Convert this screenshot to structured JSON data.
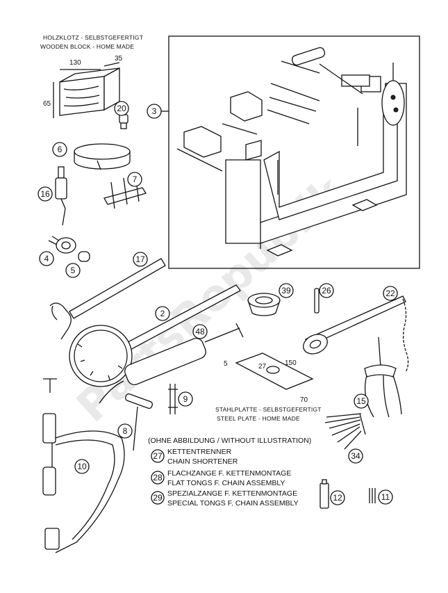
{
  "captions": {
    "wooden_block_de": "HOLZKLOTZ - SELBSTGEFERTIGT",
    "wooden_block_en": "WOODEN BLOCK - HOME MADE",
    "steel_plate_de": "STAHLPLATTE - SELBSTGEFERTIGT",
    "steel_plate_en": "STEEL PLATE - HOME MADE",
    "without_illustration": "(OHNE ABBILDUNG / WITHOUT ILLUSTRATION)"
  },
  "dimensions": {
    "block_w": "130",
    "block_d": "35",
    "block_h": "65",
    "plate_t": "5",
    "plate_hole": "27",
    "plate_w": "150",
    "plate_h": "70"
  },
  "callouts": {
    "c2": "2",
    "c3": "3",
    "c4": "4",
    "c5": "5",
    "c6": "6",
    "c7": "7",
    "c8": "8",
    "c9": "9",
    "c10": "10",
    "c11": "11",
    "c12": "12",
    "c15": "15",
    "c16": "16",
    "c17": "17",
    "c20": "20",
    "c22": "22",
    "c26": "26",
    "c27": "27",
    "c28": "28",
    "c29": "29",
    "c34": "34",
    "c39": "39",
    "c48": "48"
  },
  "legend": [
    {
      "num": "27",
      "de": "KETTENTRENNER",
      "en": "CHAIN SHORTENER"
    },
    {
      "num": "28",
      "de": "FLACHZANGE F. KETTENMONTAGE",
      "en": "FLAT TONGS F. CHAIN ASSEMBLY"
    },
    {
      "num": "29",
      "de": "SPEZIALZANGE F. KETTENMONTAGE",
      "en": "SPECIAL TONGS F. CHAIN ASSEMBLY"
    }
  ],
  "watermark": "PartsRepublik"
}
